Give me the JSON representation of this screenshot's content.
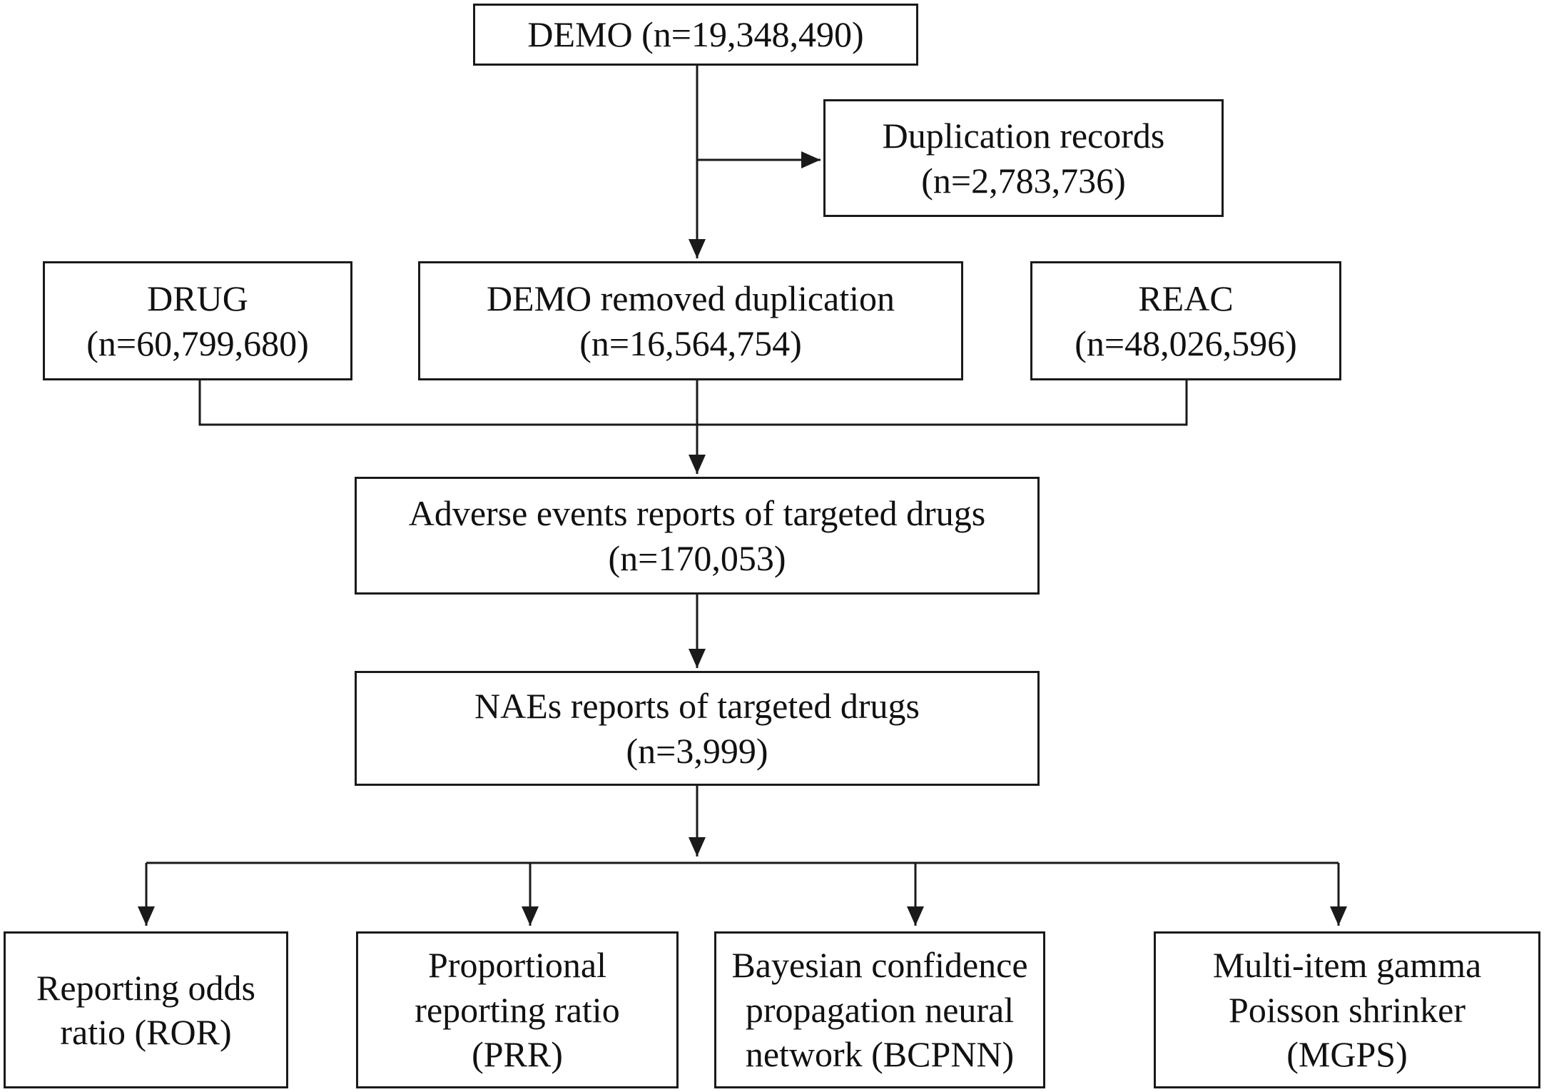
{
  "nodes": {
    "demo": {
      "lines": [
        "DEMO (n=19,348,490)"
      ]
    },
    "duplication": {
      "lines": [
        "Duplication records",
        "(n=2,783,736)"
      ]
    },
    "drug": {
      "lines": [
        "DRUG",
        "(n=60,799,680)"
      ]
    },
    "demo_removed": {
      "lines": [
        "DEMO removed duplication",
        "(n=16,564,754)"
      ]
    },
    "reac": {
      "lines": [
        "REAC",
        "(n=48,026,596)"
      ]
    },
    "adverse_events": {
      "lines": [
        "Adverse events reports of targeted drugs",
        "(n=170,053)"
      ]
    },
    "naes": {
      "lines": [
        "NAEs reports of targeted drugs",
        "(n=3,999)"
      ]
    },
    "ror": {
      "lines": [
        "Reporting odds",
        "ratio (ROR)"
      ]
    },
    "prr": {
      "lines": [
        "Proportional",
        "reporting ratio",
        "(PRR)"
      ]
    },
    "bcpnn": {
      "lines": [
        "Bayesian confidence",
        "propagation neural",
        "network (BCPNN)"
      ]
    },
    "mgps": {
      "lines": [
        "Multi-item gamma",
        "Poisson shrinker",
        "(MGPS)"
      ]
    }
  },
  "colors": {
    "stroke": "#1a1a1a",
    "fill": "#ffffff"
  }
}
